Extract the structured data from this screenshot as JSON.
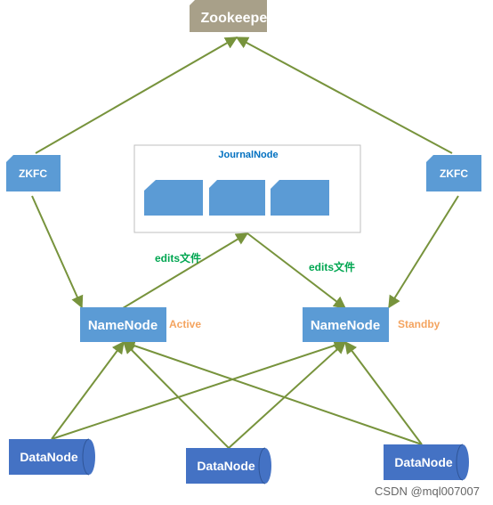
{
  "zookeeper": {
    "label": "Zookeeper"
  },
  "zkfc_left": {
    "label": "ZKFC"
  },
  "zkfc_right": {
    "label": "ZKFC"
  },
  "journal": {
    "label": "JournalNode"
  },
  "edits_left": {
    "label": "edits文件"
  },
  "edits_right": {
    "label": "edits文件"
  },
  "namenode_active": {
    "label": "NameNode",
    "status": "Active"
  },
  "namenode_standby": {
    "label": "NameNode",
    "status": "Standby"
  },
  "datanodes": [
    {
      "label": "DataNode"
    },
    {
      "label": "DataNode"
    },
    {
      "label": "DataNode"
    }
  ],
  "watermark": "CSDN @mql007007",
  "colors": {
    "zookeeper_fill": "#a8a089",
    "node_fill": "#5b9bd5",
    "datanode_fill": "#4472c4",
    "arrow": "#77933c",
    "status_text": "#f4a460",
    "edits_text": "#00a651",
    "journal_title": "#0070c0",
    "journal_border": "#bfbfbf",
    "watermark": "#666666"
  }
}
